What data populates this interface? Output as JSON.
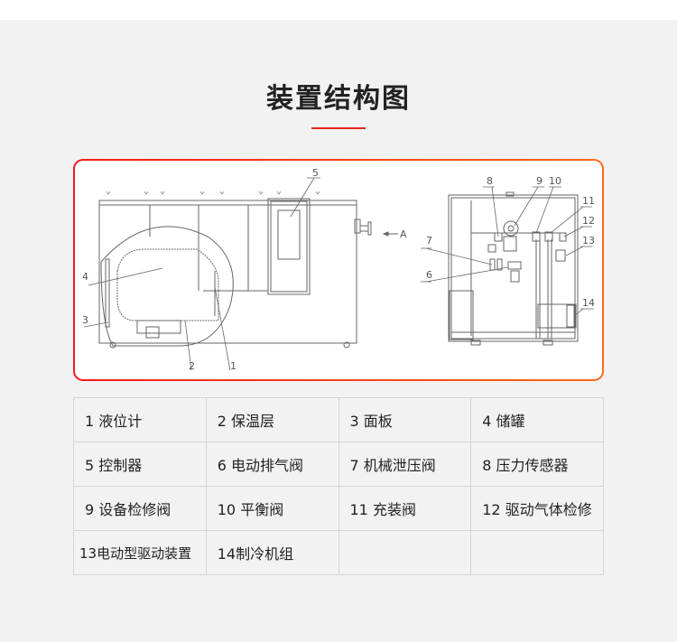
{
  "title": "装置结构图",
  "colors": {
    "accent": "#e5261b",
    "border_start": "#f21a1a",
    "border_end": "#ff6a1a"
  },
  "diagram": {
    "labels": {
      "l1": "1",
      "l2": "2",
      "l3": "3",
      "l4": "4",
      "l5": "5",
      "l6": "6",
      "l7": "7",
      "l8": "8",
      "l9": "9",
      "l10": "10",
      "l11": "11",
      "l12": "12",
      "l13": "13",
      "l14": "14",
      "arrow": "A"
    }
  },
  "legend": [
    [
      "1 液位计",
      "2 保温层",
      "3 面板",
      "4 储罐"
    ],
    [
      "5 控制器",
      "6 电动排气阀",
      "7 机械泄压阀",
      "8 压力传感器"
    ],
    [
      "9 设备检修阀",
      "10 平衡阀",
      "11 充装阀",
      "12 驱动气体检修"
    ],
    [
      "13电动型驱动装置",
      "14制冷机组",
      "",
      ""
    ]
  ]
}
